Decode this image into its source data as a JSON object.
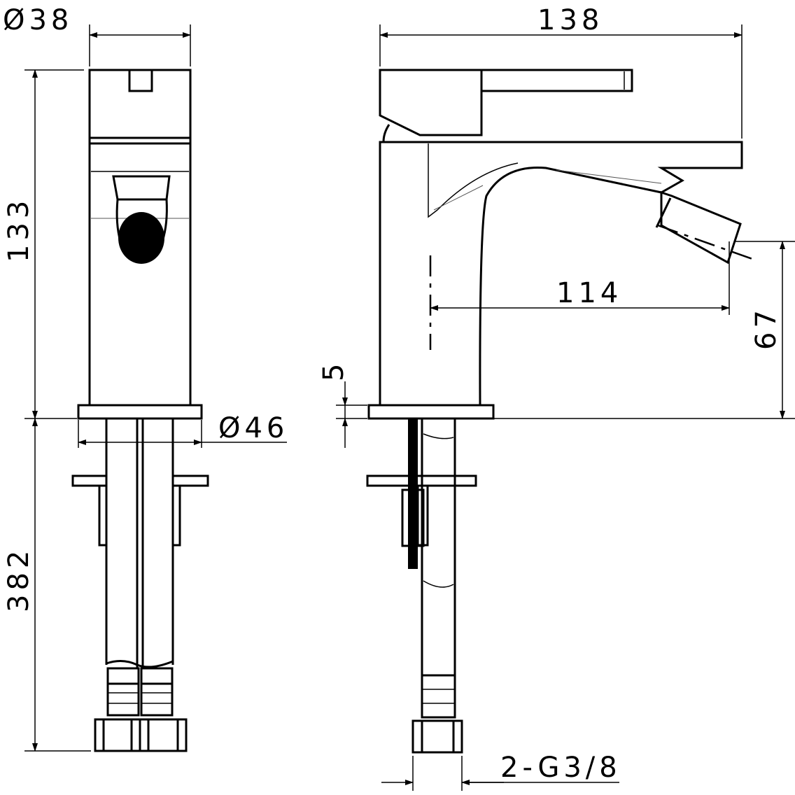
{
  "dimensions": {
    "top_diameter": "Ø38",
    "overall_width": "138",
    "height_body": "133",
    "base_diameter": "Ø46",
    "height_below": "382",
    "base_thickness": "5",
    "spout_reach": "114",
    "spout_height": "67",
    "connection": "2-G3/8"
  },
  "colors": {
    "line": "#000000",
    "background": "#ffffff"
  }
}
